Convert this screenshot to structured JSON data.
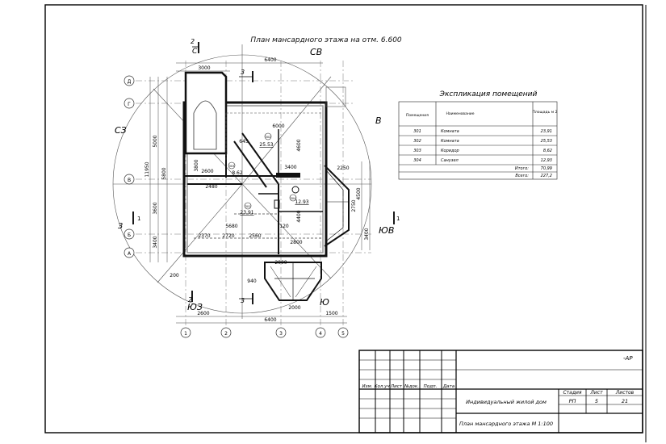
{
  "plan_title": "План мансардного этажа на отм. 6.600",
  "compass": {
    "north_east": "СВ",
    "east": "В",
    "south_east": "ЮВ",
    "south": "Ю",
    "south_west": "ЮЗ",
    "north_west": "СЗ"
  },
  "section_marks": {
    "s2": "2",
    "s3": "3",
    "s1": "1",
    "s2_top_letter": "С"
  },
  "axes_letters": [
    "Д",
    "Г",
    "В",
    "Б",
    "А"
  ],
  "axes_numbers": [
    "1",
    "2",
    "3",
    "4",
    "5"
  ],
  "dimensions": {
    "top_total": "6400",
    "top_left": "3000",
    "bottom_total": "6400",
    "bottom_left": "2600",
    "bottom_right": "1500",
    "left_total": "11950",
    "left_a": "5000",
    "left_b": "5800",
    "left_c": "3600",
    "left_d": "3400",
    "room_top_w": "6000",
    "room_top_h": "4600",
    "corridor": "3400",
    "inner_1": "3800",
    "inner_2": "2600",
    "inner_3": "2480",
    "inner_4": "2370",
    "inner_5": "2720",
    "inner_6": "2560",
    "inner_7": "5680",
    "inner_8": "2800",
    "inner_9": "2000",
    "inner_10": "120",
    "inner_11": "4400",
    "inner_12": "645",
    "right_1": "2250",
    "right_2": "4500",
    "right_3": "3400",
    "right_4": "2750",
    "bot_small": "200",
    "bot_940": "940",
    "dim_2000b": "2000"
  },
  "room_areas": {
    "r301": "23.91",
    "r302": "25.53",
    "r303": "8.62",
    "r304": "12.93"
  },
  "room_numbers": {
    "r301": "301",
    "r302": "302",
    "r303": "303",
    "r304": "304"
  },
  "explication": {
    "title": "Экспликация помещений",
    "headers": [
      "Помещения",
      "Наименование",
      "Площадь м 2"
    ],
    "rows": [
      [
        "301",
        "Комната",
        "23,91"
      ],
      [
        "302",
        "Комната",
        "25,53"
      ],
      [
        "303",
        "Коридор",
        "8,62"
      ],
      [
        "304",
        "Санузел",
        "12,93"
      ]
    ],
    "total_label": "Итого:",
    "total_value": "70,99",
    "all_label": "Всего:",
    "all_value": "227,2"
  },
  "title_block": {
    "code": "-АР",
    "col_labels": [
      "Изм.",
      "Кол.уч.",
      "Лист",
      "№док.",
      "Подп.",
      "Дата"
    ],
    "project": "Индивидуальный жилой дом",
    "sheet_title": "План мансардного этажа М 1:100",
    "stage_label": "Стадия",
    "sheet_label": "Лист",
    "sheets_label": "Листов",
    "stage": "РП",
    "sheet": "5",
    "sheets": "21"
  }
}
